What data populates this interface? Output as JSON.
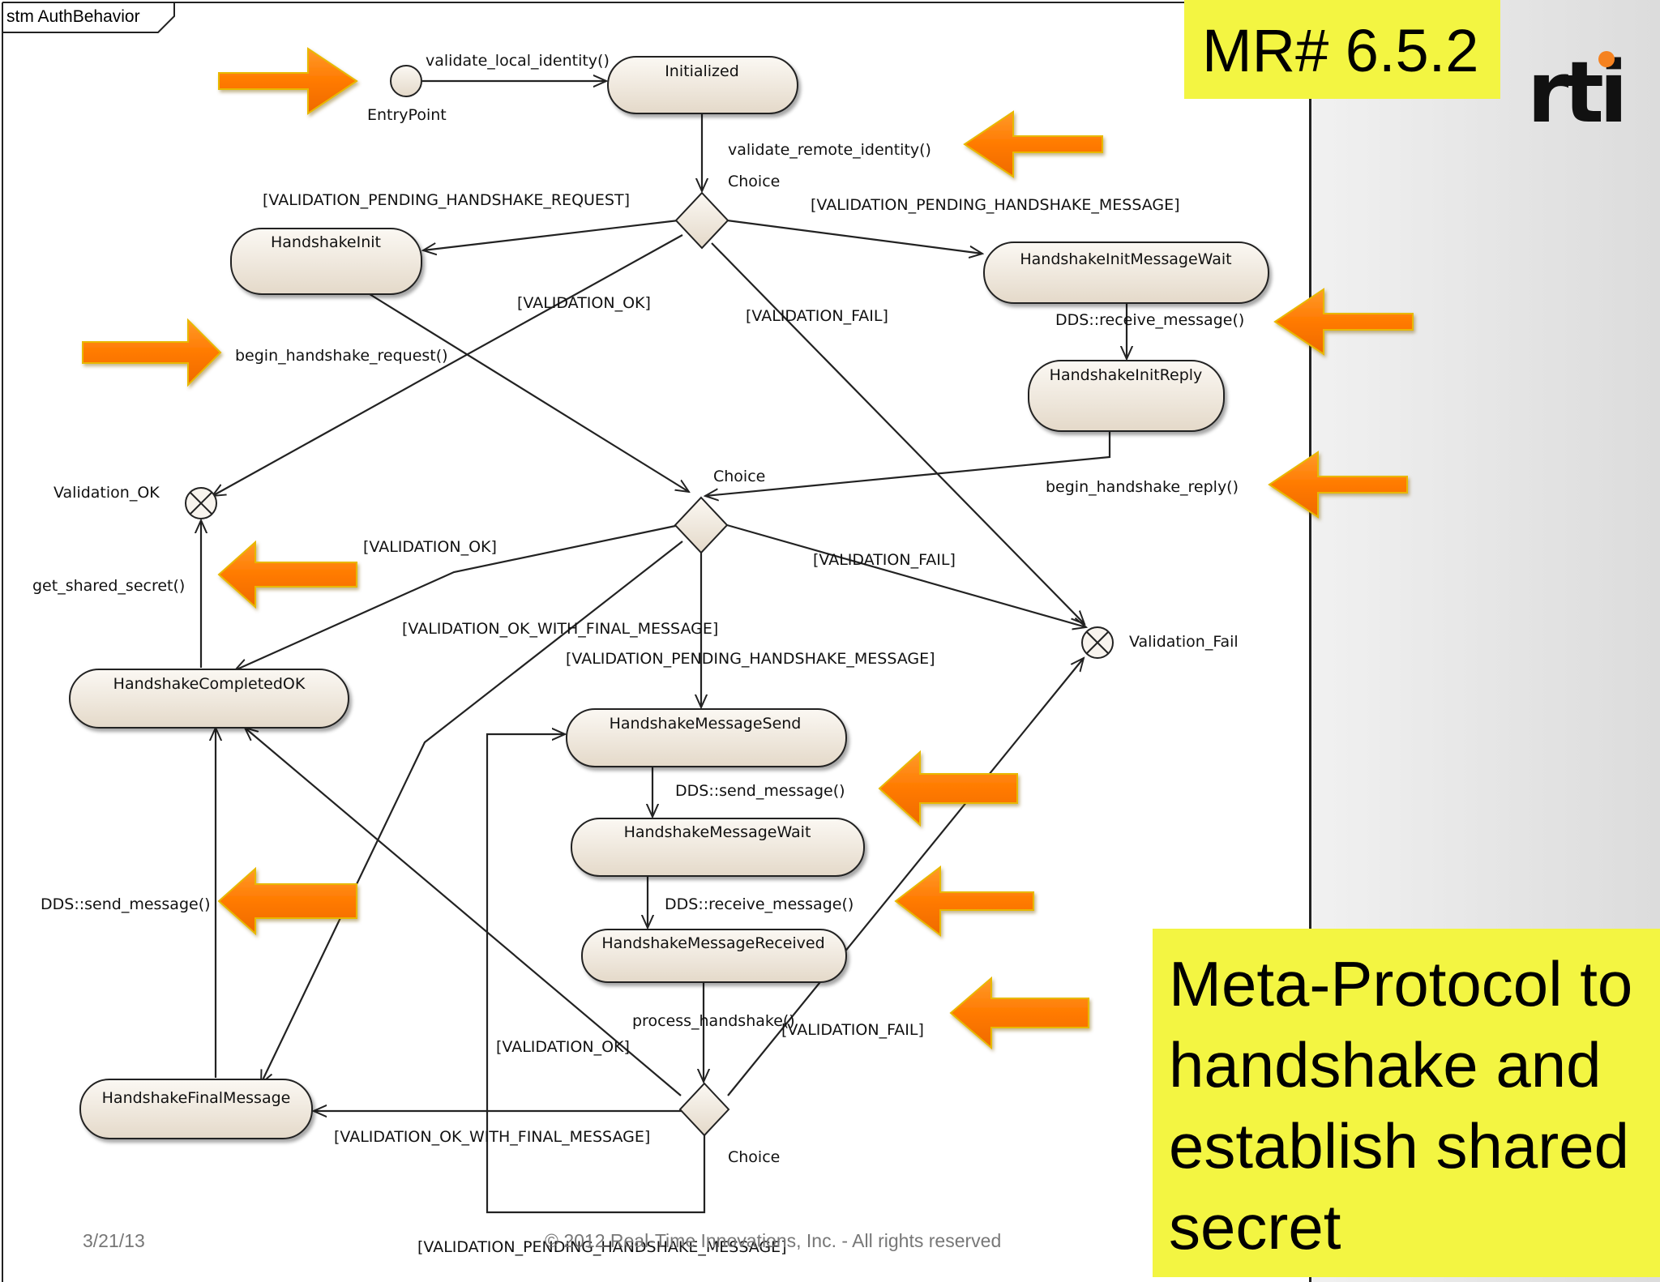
{
  "frame_label": "stm AuthBehavior",
  "states": {
    "initialized": "Initialized",
    "handshake_init": "HandshakeInit",
    "init_message_wait": "HandshakeInitMessageWait",
    "init_reply": "HandshakeInitReply",
    "completed_ok": "HandshakeCompletedOK",
    "message_send": "HandshakeMessageSend",
    "message_wait": "HandshakeMessageWait",
    "message_received": "HandshakeMessageReceived",
    "final_message": "HandshakeFinalMessage"
  },
  "pseudo": {
    "entry_point": "EntryPoint",
    "choice": "Choice",
    "validation_ok": "Validation_OK",
    "validation_fail": "Validation_Fail"
  },
  "labels": {
    "validate_local": "validate_local_identity()",
    "validate_remote": "validate_remote_identity()",
    "pending_request": "[VALIDATION_PENDING_HANDSHAKE_REQUEST]",
    "pending_message": "[VALIDATION_PENDING_HANDSHAKE_MESSAGE]",
    "validation_ok": "[VALIDATION_OK]",
    "validation_fail": "[VALIDATION_FAIL]",
    "receive_message": "DDS::receive_message()",
    "begin_request": "begin_handshake_request()",
    "begin_reply": "begin_handshake_reply()",
    "get_shared_secret": "get_shared_secret()",
    "ok_with_final": "[VALIDATION_OK_WITH_FINAL_MESSAGE]",
    "send_message": "DDS::send_message()",
    "process_handshake": "process_handshake()"
  },
  "mr_number": "MR# 6.5.2",
  "title_lines": [
    "Meta-Protocol to",
    "handshake and",
    "establish shared",
    "secret"
  ],
  "logo_text": "rti",
  "footer": {
    "date": "3/21/13",
    "copyright": "© 2012 Real-Time Innovations, Inc.  -  All rights reserved"
  },
  "colors": {
    "state_fill": "#eee6da",
    "arrow": "#ff7a00",
    "highlight": "#f3f542",
    "logo_blue": "#1a6fb6",
    "logo_orange": "#f58220"
  }
}
